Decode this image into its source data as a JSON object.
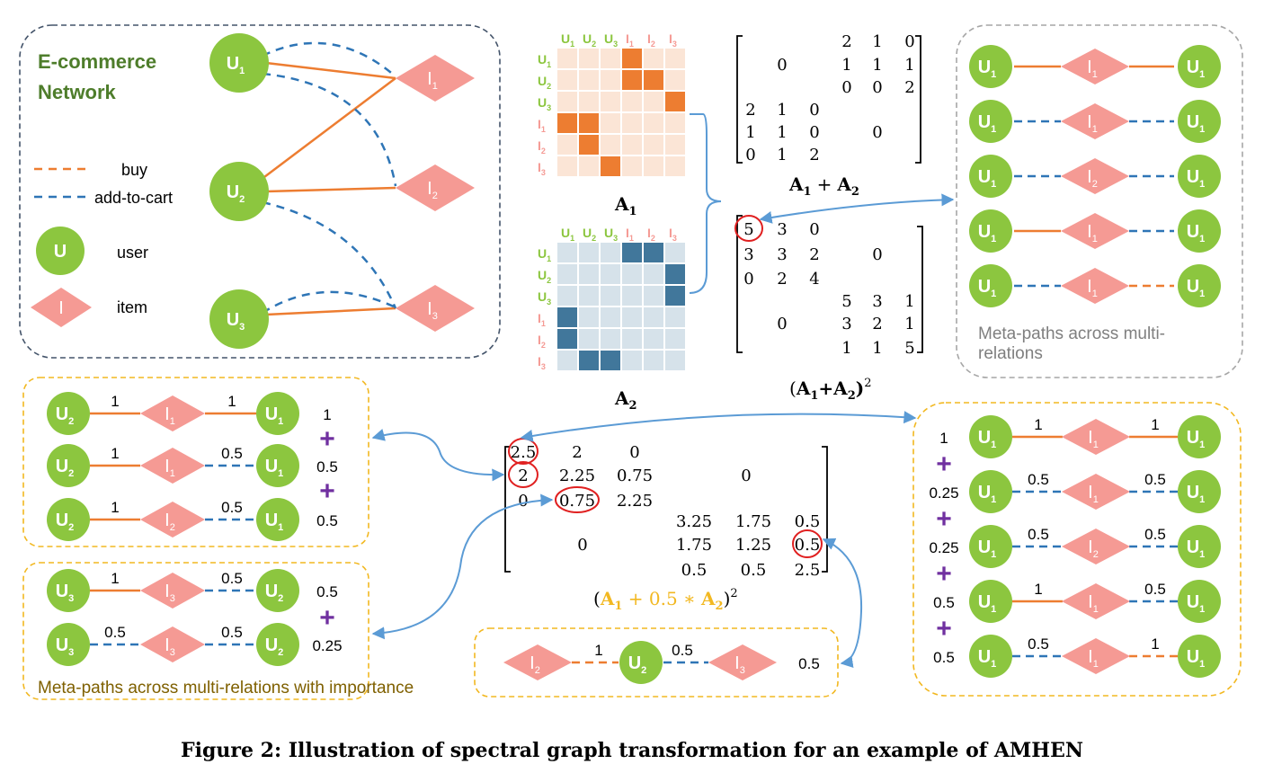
{
  "network": {
    "title_line1": "E-commerce",
    "title_line2": "Network",
    "legend": {
      "buy": "buy",
      "add_to_cart": "add-to-cart",
      "user_symbol": "U",
      "user": "user",
      "item_symbol": "I",
      "item": "item"
    }
  },
  "labels": {
    "U": "U",
    "I": "I",
    "s1": "1",
    "s2": "2",
    "s3": "3"
  },
  "colors": {
    "user_green": "#8cc63f",
    "item_pink": "#f59a94",
    "buy_orange": "#ed7d31",
    "cart_blue": "#2e75b6",
    "matrix_orange": "#ed7d31",
    "matrix_light_orange": "#fbe5d6",
    "matrix_blue": "#41779b",
    "matrix_light_blue": "#d6e2ea",
    "dashed_box_gold": "#f2b821",
    "arrow_blue": "#5b9bd5",
    "circle_red": "#e02020",
    "plus_purple": "#7030a0"
  },
  "adjacency": {
    "headers": [
      {
        "l": "U",
        "s": "1",
        "t": "user"
      },
      {
        "l": "U",
        "s": "2",
        "t": "user"
      },
      {
        "l": "U",
        "s": "3",
        "t": "user"
      },
      {
        "l": "I",
        "s": "1",
        "t": "item"
      },
      {
        "l": "I",
        "s": "2",
        "t": "item"
      },
      {
        "l": "I",
        "s": "3",
        "t": "item"
      }
    ],
    "A1": {
      "label": "A",
      "sub": "1",
      "cells": [
        [
          0,
          0,
          0,
          1,
          0,
          0
        ],
        [
          0,
          0,
          0,
          1,
          1,
          0
        ],
        [
          0,
          0,
          0,
          0,
          0,
          1
        ],
        [
          1,
          1,
          0,
          0,
          0,
          0
        ],
        [
          0,
          1,
          0,
          0,
          0,
          0
        ],
        [
          0,
          0,
          1,
          0,
          0,
          0
        ]
      ]
    },
    "A2": {
      "label": "A",
      "sub": "2",
      "cells": [
        [
          0,
          0,
          0,
          1,
          1,
          0
        ],
        [
          0,
          0,
          0,
          0,
          0,
          1
        ],
        [
          0,
          0,
          0,
          0,
          0,
          1
        ],
        [
          1,
          0,
          0,
          0,
          0,
          0
        ],
        [
          1,
          0,
          0,
          0,
          0,
          0
        ],
        [
          0,
          1,
          1,
          0,
          0,
          0
        ]
      ]
    }
  },
  "matrices": {
    "sum": {
      "label_A1": "A",
      "label_sub1": "1",
      "label_plus": "+",
      "label_A2": "A",
      "label_sub2": "2",
      "entries": [
        "2",
        "1",
        "0",
        "0",
        "1",
        "1",
        "1",
        "0",
        "0",
        "2",
        "2",
        "1",
        "0",
        "1",
        "1",
        "0",
        "0",
        "0",
        "1",
        "2"
      ]
    },
    "square": {
      "label_open": "(",
      "label_A1": "A",
      "label_sub1": "1",
      "label_plus": "+",
      "label_A2": "A",
      "label_sub2": "2",
      "label_close": ")",
      "label_pow": "2",
      "entries": [
        "5",
        "3",
        "0",
        "3",
        "3",
        "2",
        "0",
        "0",
        "2",
        "4",
        "5",
        "3",
        "1",
        "0",
        "3",
        "2",
        "1",
        "1",
        "1",
        "5"
      ]
    },
    "weighted": {
      "label_open": "(",
      "label_A1": "A",
      "label_sub1": "1",
      "label_mid": " + 0.5 ∗ ",
      "label_A2": "A",
      "label_sub2": "2",
      "label_close": ")",
      "label_pow": "2",
      "entries": [
        "2.5",
        "2",
        "0",
        "2",
        "2.25",
        "0.75",
        "0",
        "0",
        "0.75",
        "2.25",
        "3.25",
        "1.75",
        "0.5",
        "0",
        "1.75",
        "1.25",
        "0.5",
        "0.5",
        "0.5",
        "2.5"
      ]
    }
  },
  "metapaths": {
    "top_right_caption_1": "Meta-paths across multi-",
    "top_right_caption_2": "relations",
    "bottom_left_caption": "Meta-paths across multi-relations with importance",
    "weights_u2u1": {
      "w1a": "1",
      "w1b": "1",
      "w2a": "1",
      "w2b": "0.5",
      "w3a": "1",
      "w3b": "0.5",
      "v1": "1",
      "v2": "0.5",
      "v3": "0.5",
      "plus": "+"
    },
    "weights_u3u2": {
      "w1a": "1",
      "w1b": "0.5",
      "w2a": "0.5",
      "w2b": "0.5",
      "v1": "0.5",
      "v2": "0.25"
    },
    "weights_i2i3": {
      "w1": "1",
      "w2": "0.5",
      "v": "0.5"
    },
    "weights_u1u1": {
      "w": [
        [
          "1",
          "1"
        ],
        [
          "0.5",
          "0.5"
        ],
        [
          "0.5",
          "0.5"
        ],
        [
          "1",
          "0.5"
        ],
        [
          "0.5",
          "1"
        ]
      ],
      "v": [
        "1",
        "0.25",
        "0.25",
        "0.5",
        "0.5"
      ]
    }
  },
  "caption": "Figure 2: Illustration of spectral graph transformation for an example of AMHEN"
}
